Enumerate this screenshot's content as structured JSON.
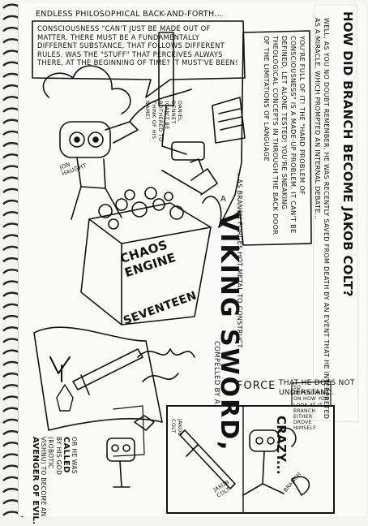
{
  "header_caption": "ENDLESS PHILOSOPHICAL BACK-AND-FORTH...",
  "box_consciousness": "CONSCIOUSNESS \"CAN'T JUST BE MADE OUT OF MATTER. THERE MUST BE A FUNDAMENTALLY DIFFERENT SUBSTANCE, THAT FOLLOWS DIFFERENT RULES. WAS THE \"STUFF\" THAT PERCEIVES ALWAYS THERE, AT THE BEGINNING OF TIME? IT MUST'VE BEEN!",
  "title": "HOW DID BRANCH BECOME JAKOB COLT?",
  "intro": "WELL, AS YOU NO DOUBT REMEMBER, HE WAS RECENTLY SAVED FROM DEATH BY AN EVENT THAT HE INTERPRETED AS A MIRACLE, WHICH PROMPTED AN INTERNAL DEBATE...",
  "rebuttal": "YOU'RE FULL OF IT! THE \"HARD PROBLEM OF CONSCIOUSNESS\" IS A MADE-UP PROBLEM. IT CAN'T BE DEFINED, LET ALONE TESTED! YOU'RE SNEAKING THEOLOGICAL CONCEPTS IN THROUGH THE BACK DOOR OF THE LIMITATIONS OF LANGUAGE",
  "label_jon": "JON HAUGHT",
  "label_daniel": "DANIEL DENNET (CAN'T BE BOTHERED TO THINK OF HIS NAME)",
  "forge_caption": "...AS BRANCH FORGES HOT METAL TO CONSTRUCT",
  "viking_a": "A",
  "viking_title": "VIKING SWORD,",
  "compelled": "COMPELLED BY A",
  "force_word": "FORCE",
  "not_understand": "THAT HE DOES NOT UNDERSTAND.",
  "chaos_engine": [
    "CHAOS",
    "ENGINE"
  ],
  "seventeen": "SEVENTEEN",
  "avenger": [
    "OR HE WAS",
    "CALLED",
    "BY HIS GOD",
    "(ROBOTIC",
    "VISHNU) TO BECOME AN",
    "AVENGER OF EVIL."
  ],
  "depending": "SO DEPENDING ON HOW YOU LOOK AT IT, BRANCH EITHER DROVE HIMSELF",
  "crazy": "CRAZY...",
  "label_jakob_colt": "JAKOB COLT",
  "label_branch": "BRANCH"
}
